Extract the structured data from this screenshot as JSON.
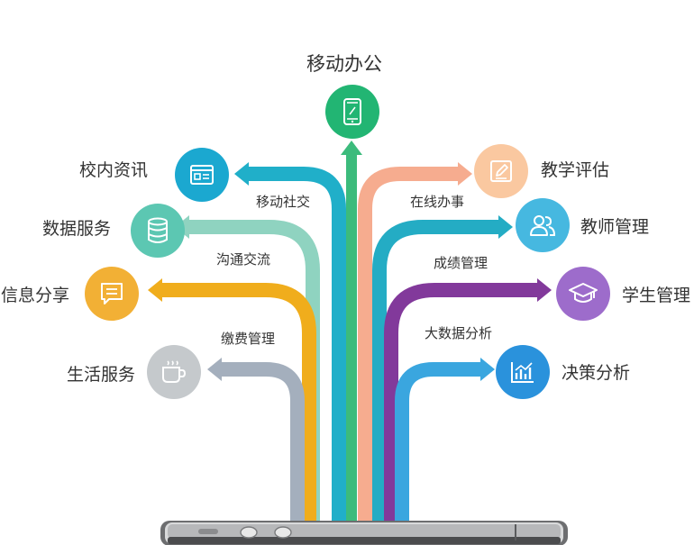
{
  "center": {
    "label": "移动办公",
    "color": "#22b573",
    "icon": "smartphone-icon"
  },
  "left_nodes": [
    {
      "id": "campus-news",
      "label": "校内资讯",
      "color": "#1ba8d0",
      "icon": "document-icon"
    },
    {
      "id": "data-services",
      "label": "数据服务",
      "color": "#5cc7b2",
      "icon": "database-icon"
    },
    {
      "id": "info-sharing",
      "label": "信息分享",
      "color": "#f2b035",
      "icon": "message-icon"
    },
    {
      "id": "life-services",
      "label": "生活服务",
      "color": "#c5c9cc",
      "icon": "cup-icon"
    }
  ],
  "right_nodes": [
    {
      "id": "teaching-eval",
      "label": "教学评估",
      "color": "#fac8a0",
      "icon": "edit-icon"
    },
    {
      "id": "teacher-mgmt",
      "label": "教师管理",
      "color": "#46b8e0",
      "icon": "people-icon"
    },
    {
      "id": "student-mgmt",
      "label": "学生管理",
      "color": "#9d6ccb",
      "icon": "graduation-cap-icon"
    },
    {
      "id": "decision-analysis",
      "label": "决策分析",
      "color": "#2a92dc",
      "icon": "bar-chart-icon"
    }
  ],
  "branch_labels": {
    "mobile_social": "移动社交",
    "communication": "沟通交流",
    "fee_management": "缴费管理",
    "online_affairs": "在线办事",
    "grades_management": "成绩管理",
    "big_data_analysis": "大数据分析"
  },
  "arrow_colors": {
    "green": "#3cbb7c",
    "lightblue": "#20afc9",
    "mint": "#8fd3c0",
    "yellow": "#f0ad1c",
    "gray": "#a4afbd",
    "peach": "#f6ac8f",
    "teal": "#24acc4",
    "purple": "#82399b",
    "blue": "#3aa6df"
  }
}
